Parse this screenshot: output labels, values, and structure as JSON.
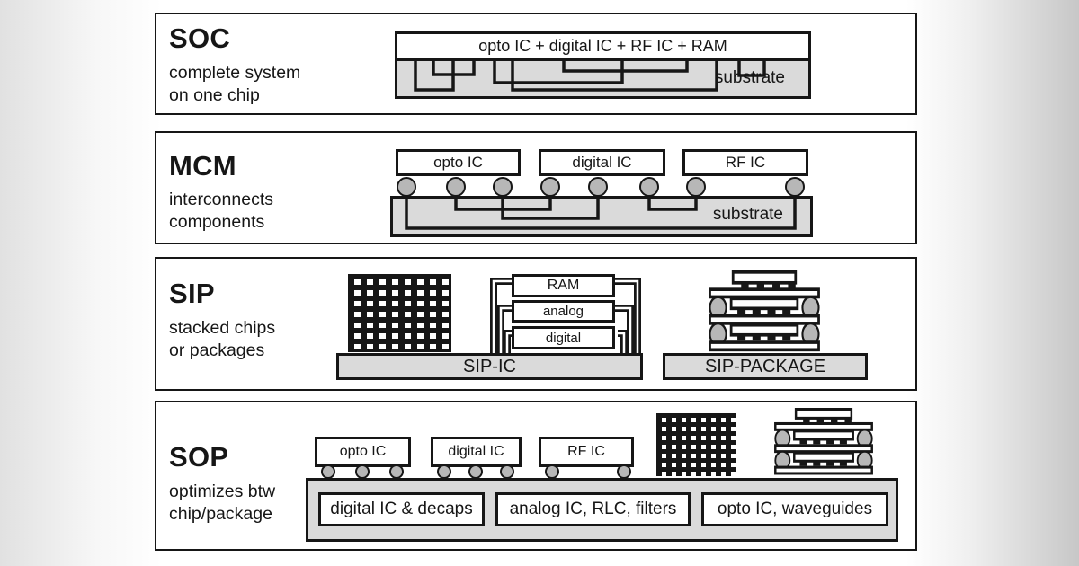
{
  "figure": {
    "panels": [
      {
        "title": "SOC",
        "desc1": "complete system",
        "desc2": "on one chip",
        "chip_bar": "opto IC + digital IC + RF IC + RAM",
        "substrate": "substrate"
      },
      {
        "title": "MCM",
        "desc1": "interconnects",
        "desc2": "components",
        "chip1": "opto IC",
        "chip2": "digital IC",
        "chip3": "RF IC",
        "substrate": "substrate"
      },
      {
        "title": "SIP",
        "desc1": "stacked chips",
        "desc2": "or packages",
        "stack1": "RAM",
        "stack2": "analog",
        "stack3": "digital",
        "base1": "SIP-IC",
        "base2": "SIP-PACKAGE"
      },
      {
        "title": "SOP",
        "desc1": "optimizes btw",
        "desc2": "chip/package",
        "chip1": "opto IC",
        "chip2": "digital IC",
        "chip3": "RF IC",
        "box1": "digital IC & decaps",
        "box2": "analog IC, RLC, filters",
        "box3": "opto IC, waveguides"
      }
    ],
    "colors": {
      "line": "#161616",
      "substrate_fill": "#dadada",
      "ball_fill": "#b7b7b7",
      "panel_bg": "#ffffff",
      "page_edge_left": "#e1e1e1",
      "page_edge_right": "#c7c7c7"
    }
  }
}
